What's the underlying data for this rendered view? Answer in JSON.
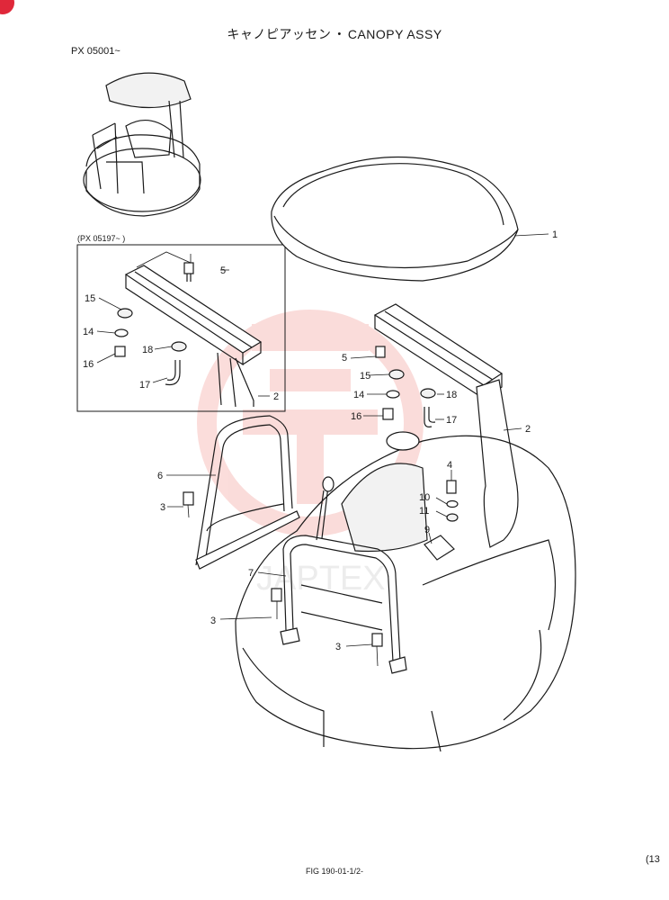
{
  "header": {
    "title_jp": "キャノピアッセン",
    "title_sep": "・",
    "title_en": "CANOPY ASSY",
    "serial_from": "PX 05001~"
  },
  "inset": {
    "serial_range": "(PX 05197~        )"
  },
  "callouts": {
    "c1": "1",
    "c2": "2",
    "c2b": "2",
    "c3a": "3",
    "c3b": "3",
    "c3c": "3",
    "c4": "4",
    "c5": "5",
    "c5b": "5",
    "c6": "6",
    "c7": "7",
    "c9": "9",
    "c10": "10",
    "c11": "11",
    "c14": "14",
    "c14b": "14",
    "c15": "15",
    "c15b": "15",
    "c16": "16",
    "c16b": "16",
    "c17": "17",
    "c17b": "17",
    "c18": "18",
    "c18b": "18"
  },
  "footer": {
    "figure": "FIG 190-01-1/2-",
    "page": "(13"
  },
  "colors": {
    "ink": "#1a1a1a",
    "badge": "#e0283a",
    "watermark": "#e8423a"
  }
}
